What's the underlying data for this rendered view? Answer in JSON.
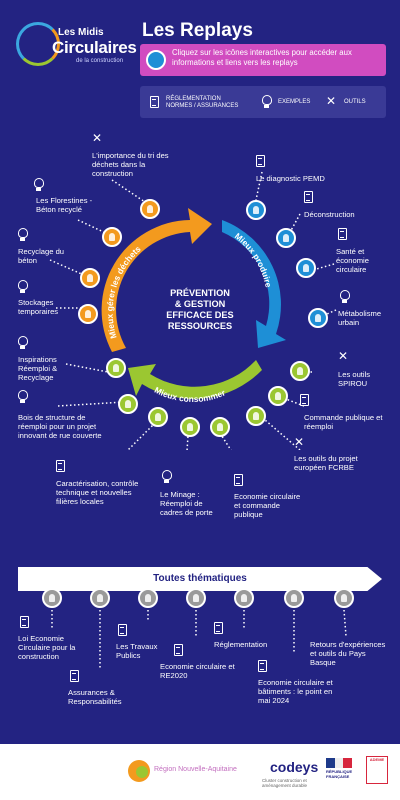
{
  "header": {
    "logo_line1": "Les Midis",
    "logo_line2": "Circulaires",
    "logo_line3": "de la construction",
    "title": "Les Replays",
    "instruction": "Cliquez sur les icônes interactives pour accéder aux informations et liens vers les replays",
    "legend": {
      "regulation": "RÉGLEMENTATION\nNORMES / ASSURANCES",
      "examples": "EXEMPLES",
      "tools": "OUTILS"
    }
  },
  "cycle": {
    "center_text": "PRÉVENTION\n& GESTION\nEFFICACE DES\nRESSOURCES",
    "arc_labels": {
      "waste": "Mieux gérer les déchets",
      "produce": "Mieux produire",
      "consume": "Mieux consommer"
    },
    "topics": [
      "L'importance du tri des déchets dans la construction",
      "Les Florestines - Béton recyclé",
      "Recyclage du béton",
      "Stockages temporaires",
      "Inspirations Réemploi & Recyclage",
      "Bois de structure de réemploi pour un projet innovant de rue couverte",
      "Caractérisation, contrôle technique et nouvelles filières locales",
      "Le Minage : Réemploi de cadres de porte",
      "Economie circulaire et commande publique",
      "Les outils du projet européen FCRBE",
      "Commande publique et réemploi",
      "Les outils SPIROU",
      "Métabolisme urbain",
      "Santé et économie circulaire",
      "Déconstruction",
      "Le diagnostic PEMD"
    ]
  },
  "thematic": {
    "title": "Toutes thématiques",
    "items": [
      "Loi Economie Circulaire pour la construction",
      "Assurances & Responsabilités",
      "Les Travaux Publics",
      "Economie circulaire et RE2020",
      "Réglementation",
      "Economie circulaire et bâtiments : le point en mai 2024",
      "Retours d'expériences et outils du Pays Basque"
    ]
  },
  "footer": {
    "ar_text": "Région Nouvelle-Aquitaine",
    "codeys": "codeys",
    "codeys_sub": "Cluster construction et aménagement durable",
    "rf": "RÉPUBLIQUE FRANÇAISE",
    "ademe": "ADEME"
  },
  "colors": {
    "background": "#232382",
    "blue": "#1e8fd6",
    "orange": "#f39a1e",
    "green": "#9bc731",
    "pink": "#d14cc0"
  }
}
